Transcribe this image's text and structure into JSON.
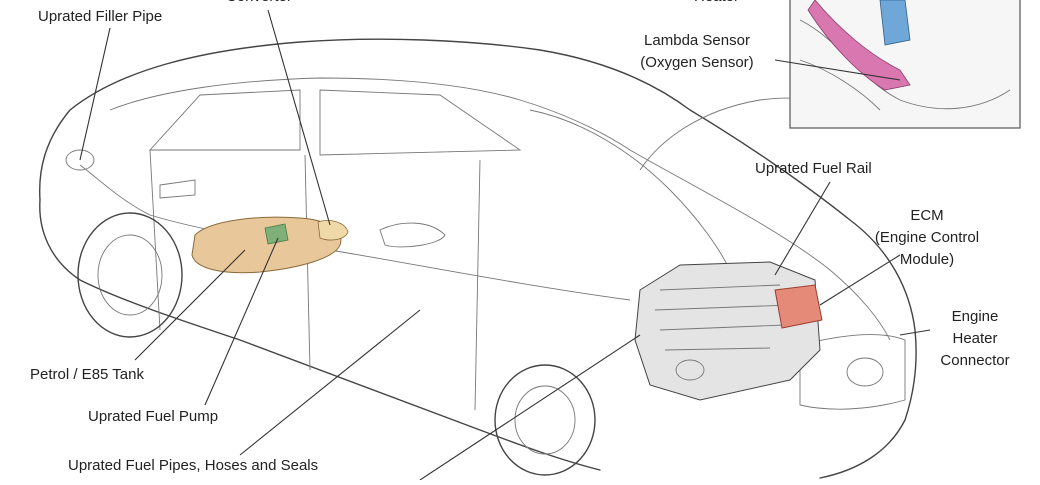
{
  "labels": {
    "filler_pipe": "Uprated Filler Pipe",
    "converter": "Converter",
    "heater": "Heater",
    "lambda_sensor": "Lambda Sensor\n(Oxygen Sensor)",
    "fuel_rail": "Uprated Fuel Rail",
    "ecm": "ECM\n(Engine Control\nModule)",
    "engine_heater": "Engine\nHeater\nConnector",
    "tank": "Petrol / E85 Tank",
    "fuel_pump": "Uprated Fuel Pump",
    "fuel_pipes": "Uprated Fuel Pipes, Hoses and Seals"
  },
  "colors": {
    "tank": "#e8c79a",
    "ecm": "#e58a78",
    "lambda_sensor": "#d977b0",
    "heater": "#6fa8d8"
  }
}
